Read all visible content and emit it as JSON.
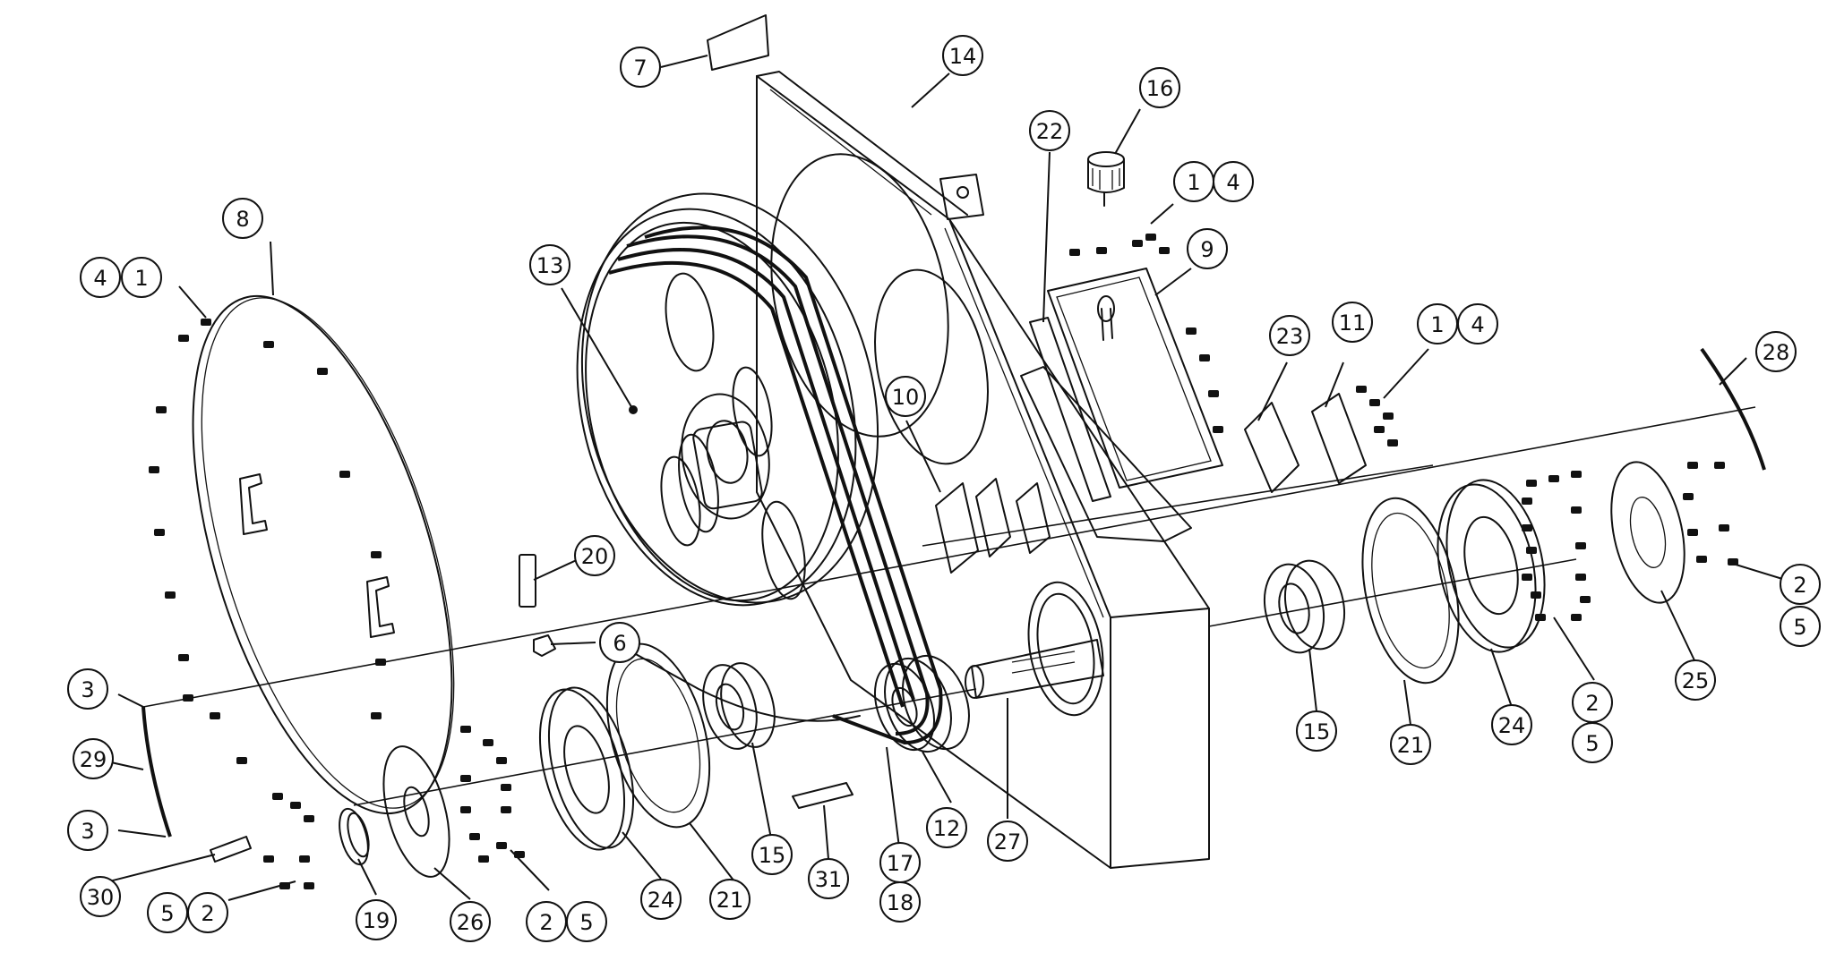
{
  "drawing": {
    "type": "exploded-assembly",
    "stroke_color": "#111111",
    "background_color": "#ffffff"
  },
  "callouts": [
    {
      "id": "c7",
      "label": "7"
    },
    {
      "id": "c14",
      "label": "14"
    },
    {
      "id": "c16",
      "label": "16"
    },
    {
      "id": "c22",
      "label": "22"
    },
    {
      "id": "c1a",
      "label": "1"
    },
    {
      "id": "c4a",
      "label": "4"
    },
    {
      "id": "c9",
      "label": "9"
    },
    {
      "id": "c8",
      "label": "8"
    },
    {
      "id": "c4b",
      "label": "4"
    },
    {
      "id": "c1b",
      "label": "1"
    },
    {
      "id": "c13",
      "label": "13"
    },
    {
      "id": "c23",
      "label": "23"
    },
    {
      "id": "c11",
      "label": "11"
    },
    {
      "id": "c1c",
      "label": "1"
    },
    {
      "id": "c4c",
      "label": "4"
    },
    {
      "id": "c28",
      "label": "28"
    },
    {
      "id": "c10",
      "label": "10"
    },
    {
      "id": "c20",
      "label": "20"
    },
    {
      "id": "c6",
      "label": "6"
    },
    {
      "id": "c3a",
      "label": "3"
    },
    {
      "id": "c29",
      "label": "29"
    },
    {
      "id": "c3b",
      "label": "3"
    },
    {
      "id": "c30",
      "label": "30"
    },
    {
      "id": "c5a",
      "label": "5"
    },
    {
      "id": "c2a",
      "label": "2"
    },
    {
      "id": "c19",
      "label": "19"
    },
    {
      "id": "c26",
      "label": "26"
    },
    {
      "id": "c2b",
      "label": "2"
    },
    {
      "id": "c5b",
      "label": "5"
    },
    {
      "id": "c24a",
      "label": "24"
    },
    {
      "id": "c21a",
      "label": "21"
    },
    {
      "id": "c15a",
      "label": "15"
    },
    {
      "id": "c31",
      "label": "31"
    },
    {
      "id": "c17",
      "label": "17"
    },
    {
      "id": "c18",
      "label": "18"
    },
    {
      "id": "c12",
      "label": "12"
    },
    {
      "id": "c27",
      "label": "27"
    },
    {
      "id": "c15b",
      "label": "15"
    },
    {
      "id": "c21b",
      "label": "21"
    },
    {
      "id": "c24b",
      "label": "24"
    },
    {
      "id": "c2c",
      "label": "2"
    },
    {
      "id": "c5c",
      "label": "5"
    },
    {
      "id": "c25",
      "label": "25"
    },
    {
      "id": "c2d",
      "label": "2"
    },
    {
      "id": "c5d",
      "label": "5"
    }
  ]
}
